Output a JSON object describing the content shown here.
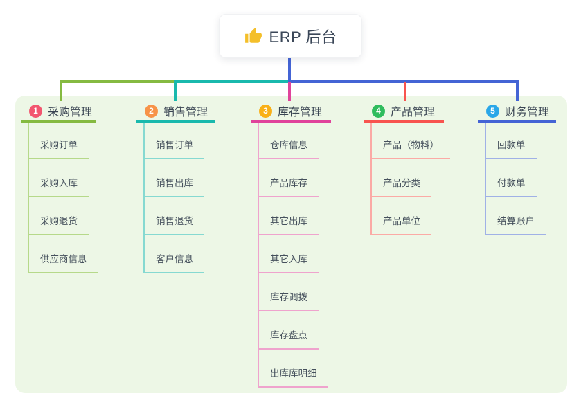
{
  "root": {
    "icon": "thumbs-up",
    "title": "ERP 后台"
  },
  "canvas": {
    "background": "#ffffff",
    "panel_background": "#edf7e6",
    "connector_root_color": "#4464d5"
  },
  "branches": [
    {
      "num": "1",
      "title": "采购管理",
      "colors": {
        "badge": "#f2566f",
        "line": "#85ba41",
        "light": "#b6d98a"
      },
      "children": [
        "采购订单",
        "采购入库",
        "采购退货",
        "供应商信息"
      ]
    },
    {
      "num": "2",
      "title": "销售管理",
      "colors": {
        "badge": "#f79348",
        "line": "#19b9ad",
        "light": "#86d9d1"
      },
      "children": [
        "销售订单",
        "销售出库",
        "销售退货",
        "客户信息"
      ]
    },
    {
      "num": "3",
      "title": "库存管理",
      "colors": {
        "badge": "#f9b017",
        "line": "#e0439b",
        "light": "#efa3cd"
      },
      "children": [
        "仓库信息",
        "产品库存",
        "其它出库",
        "其它入库",
        "库存调拨",
        "库存盘点",
        "出库库明细"
      ]
    },
    {
      "num": "4",
      "title": "产品管理",
      "colors": {
        "badge": "#2fbc5d",
        "line": "#f8544f",
        "light": "#fbaaa5"
      },
      "children": [
        "产品（物料）",
        "产品分类",
        "产品单位"
      ]
    },
    {
      "num": "5",
      "title": "财务管理",
      "colors": {
        "badge": "#2aa7e8",
        "line": "#4464d5",
        "light": "#a0b1e6"
      },
      "children": [
        "回款单",
        "付款单",
        "结算账户"
      ]
    }
  ]
}
